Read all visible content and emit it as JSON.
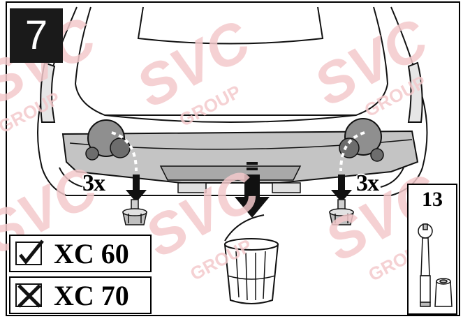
{
  "step": {
    "number": "7"
  },
  "quantities": {
    "left": "3x",
    "right": "3x"
  },
  "models": [
    {
      "label": "XC 60",
      "status": "check-icon"
    },
    {
      "label": "XC 70",
      "status": "cross-icon"
    }
  ],
  "tool": {
    "size": "13"
  },
  "watermark": {
    "brand": "SVC",
    "sub": "GROUP",
    "color": "#f4c9cc"
  },
  "colors": {
    "line": "#111111",
    "shade": "#bdbdbd",
    "badge": "#1a1a1a"
  }
}
